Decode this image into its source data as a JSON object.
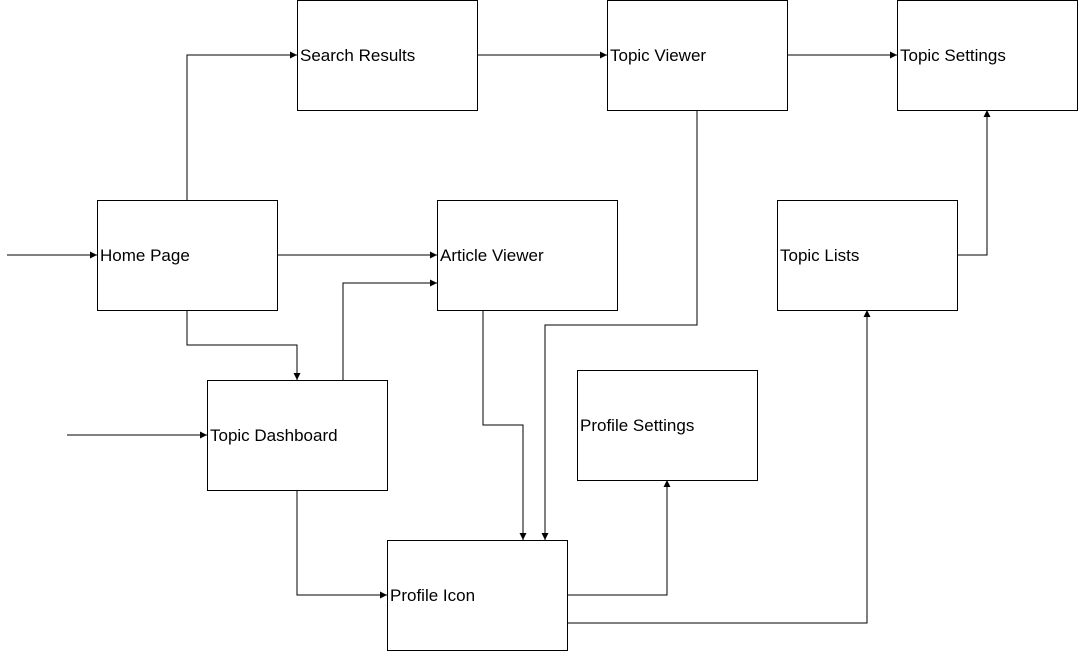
{
  "diagram": {
    "nodes": [
      {
        "id": "search_results",
        "label": "Search Results"
      },
      {
        "id": "topic_viewer",
        "label": "Topic Viewer"
      },
      {
        "id": "topic_settings",
        "label": "Topic Settings"
      },
      {
        "id": "home_page",
        "label": "Home Page"
      },
      {
        "id": "article_viewer",
        "label": "Article Viewer"
      },
      {
        "id": "topic_lists",
        "label": "Topic Lists"
      },
      {
        "id": "topic_dashboard",
        "label": "Topic Dashboard"
      },
      {
        "id": "profile_settings",
        "label": "Profile Settings"
      },
      {
        "id": "profile_icon",
        "label": "Profile Icon"
      }
    ],
    "edges": [
      {
        "from": "entry",
        "to": "home_page"
      },
      {
        "from": "entry",
        "to": "topic_dashboard"
      },
      {
        "from": "home_page",
        "to": "search_results"
      },
      {
        "from": "home_page",
        "to": "article_viewer"
      },
      {
        "from": "home_page",
        "to": "topic_dashboard"
      },
      {
        "from": "search_results",
        "to": "topic_viewer"
      },
      {
        "from": "topic_viewer",
        "to": "topic_settings"
      },
      {
        "from": "topic_viewer",
        "to": "profile_icon"
      },
      {
        "from": "topic_dashboard",
        "to": "article_viewer"
      },
      {
        "from": "topic_dashboard",
        "to": "profile_icon"
      },
      {
        "from": "article_viewer",
        "to": "profile_icon"
      },
      {
        "from": "profile_icon",
        "to": "profile_settings"
      },
      {
        "from": "profile_icon",
        "to": "topic_lists"
      },
      {
        "from": "topic_lists",
        "to": "topic_settings"
      }
    ]
  }
}
